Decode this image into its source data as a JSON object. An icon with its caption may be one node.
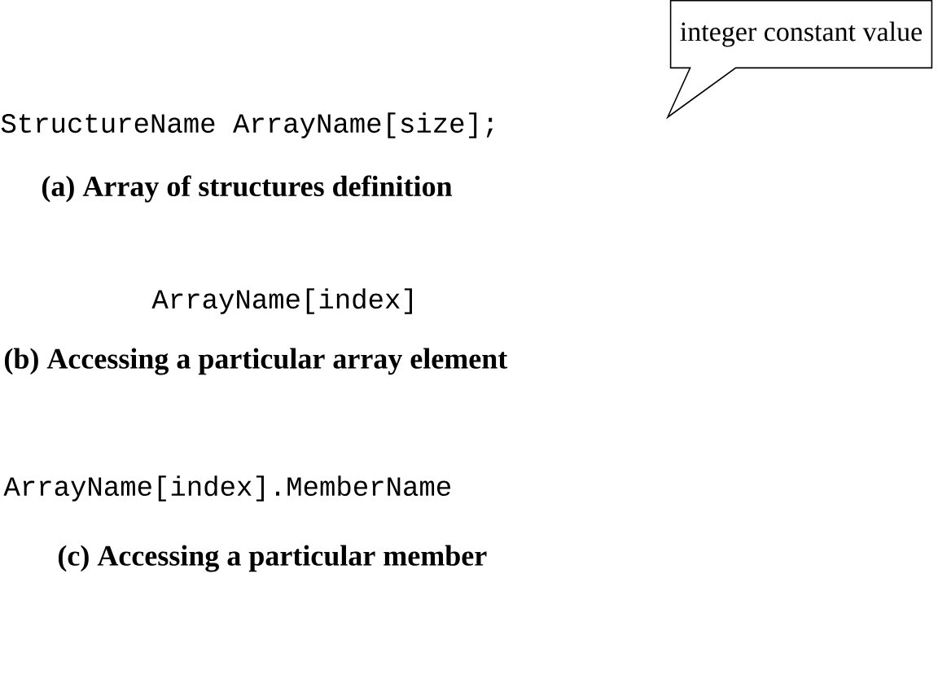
{
  "diagram": {
    "nodes": [
      {
        "text": [
          "integer constant value"
        ]
      }
    ],
    "labels": [
      "StructureName ArrayName[size];",
      "(a) Array of structures definition",
      "ArrayName[index]",
      "(b) Accessing a particular array element",
      "ArrayName[index].MemberName",
      "(c) Accessing a particular member"
    ]
  }
}
